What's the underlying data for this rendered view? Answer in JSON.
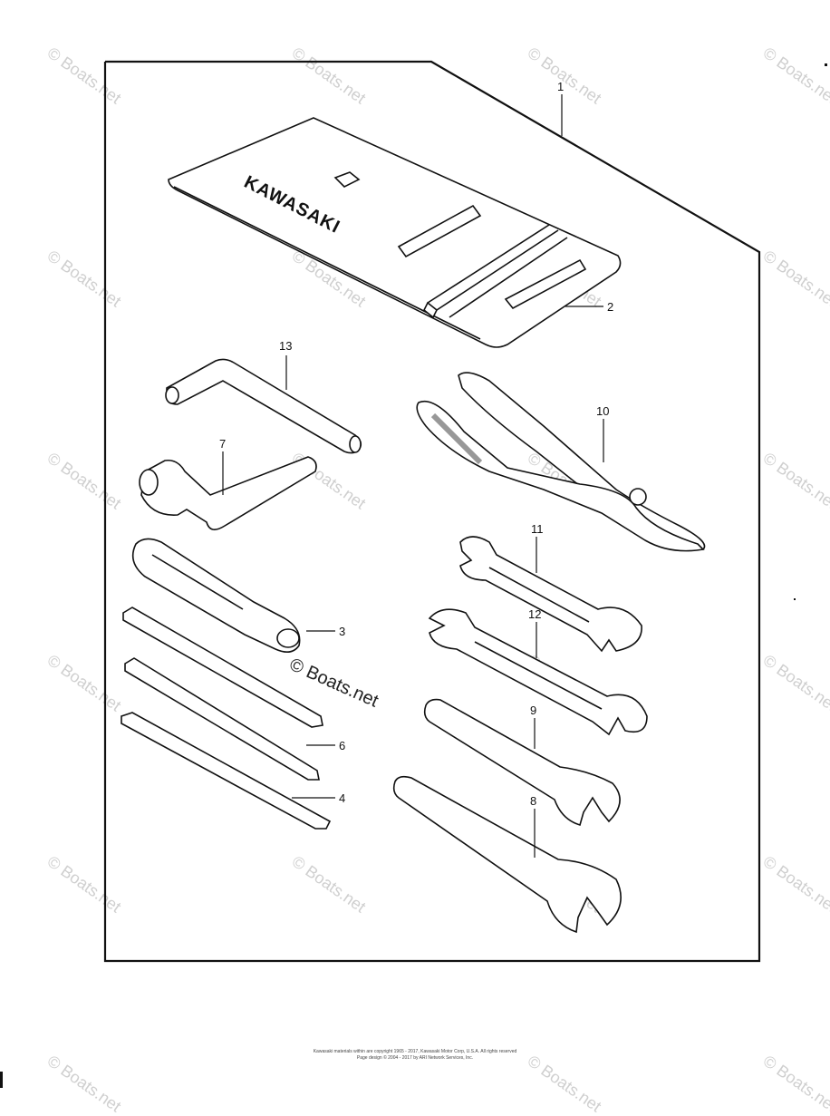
{
  "watermark": {
    "text": "© Boats.net"
  },
  "diagram": {
    "pouch_brand": "KAWASAKI",
    "callouts": [
      {
        "id": "1",
        "label": "1"
      },
      {
        "id": "2",
        "label": "2"
      },
      {
        "id": "3",
        "label": "3"
      },
      {
        "id": "4",
        "label": "4"
      },
      {
        "id": "6",
        "label": "6"
      },
      {
        "id": "7",
        "label": "7"
      },
      {
        "id": "8",
        "label": "8"
      },
      {
        "id": "9",
        "label": "9"
      },
      {
        "id": "10",
        "label": "10"
      },
      {
        "id": "11",
        "label": "11"
      },
      {
        "id": "12",
        "label": "12"
      },
      {
        "id": "13",
        "label": "13"
      }
    ]
  },
  "footer": {
    "line1": "Kawasaki materials within are copyright 1965 - 2017, Kawasaki Motor Corp, U.S.A. All rights reserved",
    "line2": "Page design © 2004 - 2017 by ARI Network Services, Inc."
  }
}
